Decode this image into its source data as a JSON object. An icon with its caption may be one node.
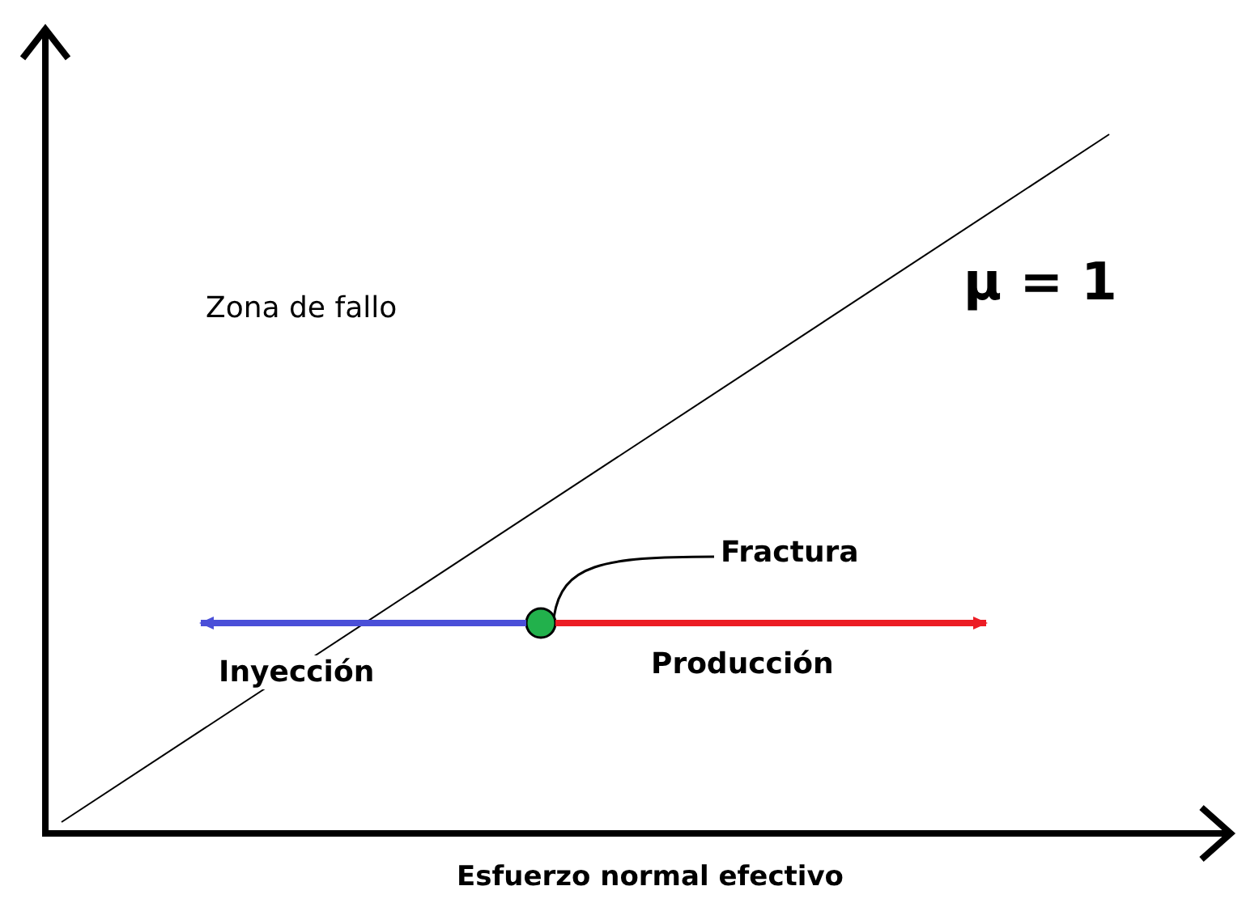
{
  "diagram": {
    "nodes": [
      {
        "text": [
          "Fractura"
        ]
      },
      {
        "text": [],
        "shape": "circle"
      }
    ],
    "edges": [
      {
        "from": 0,
        "to": 1,
        "arrow": "none"
      },
      {
        "from": 1,
        "to": null,
        "arrow": "to",
        "label": "Inyección",
        "color": "#4a4fd8"
      },
      {
        "from": 1,
        "to": null,
        "arrow": "to",
        "label": "Producción",
        "color": "#ec1c24"
      }
    ],
    "labels": [
      "Zona de fallo",
      "μ = 1",
      "Esfuerzo normal efectivo"
    ]
  }
}
